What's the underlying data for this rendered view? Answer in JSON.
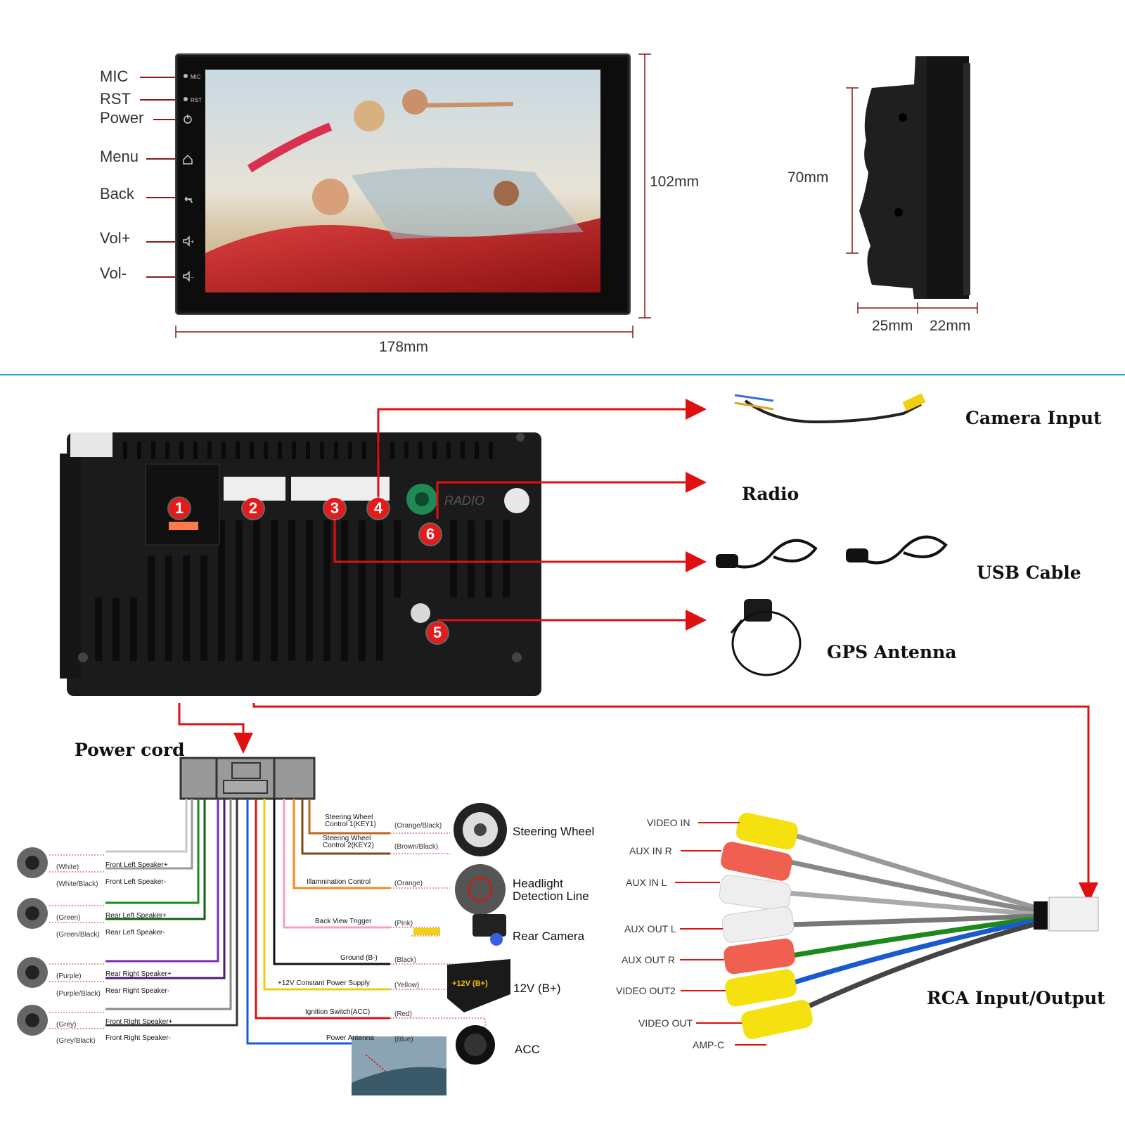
{
  "front_panel": {
    "buttons": [
      "MIC",
      "RST",
      "Power",
      "Menu",
      "Back",
      "Vol+",
      "Vol-"
    ],
    "mini_labels": {
      "mic": "MIC",
      "rst": "RST"
    },
    "height": "102mm",
    "width": "178mm"
  },
  "side_view": {
    "height": "70mm",
    "depth_1": "25mm",
    "depth_2": "22mm"
  },
  "rear_panel": {
    "radio_port_text": "RADIO",
    "port_numbers": [
      "1",
      "2",
      "3",
      "4",
      "5",
      "6"
    ]
  },
  "outputs": {
    "camera_input": "Camera Input",
    "radio": "Radio",
    "usb_cable": "USB Cable",
    "gps_antenna": "GPS Antenna"
  },
  "power_cord": {
    "title": "Power cord",
    "speakers": [
      {
        "color": "(White)",
        "label": "Front Left Speaker+"
      },
      {
        "color": "(White/Black)",
        "label": "Front Left Speaker-"
      },
      {
        "color": "(Green)",
        "label": "Rear Left Speaker+"
      },
      {
        "color": "(Green/Black)",
        "label": "Rear Left Speaker-"
      },
      {
        "color": "(Purple)",
        "label": "Rear Right Speaker+"
      },
      {
        "color": "(Purple/Black)",
        "label": "Rear Right Speaker-"
      },
      {
        "color": "(Grey)",
        "label": "Front Right Speaker+"
      },
      {
        "color": "(Grey/Black)",
        "label": "Front Right Speaker-"
      }
    ],
    "controls": [
      {
        "label": "Steering Wheel Control 1(KEY1)",
        "line1": "Steering Wheel",
        "line2": "Control 1(KEY1)",
        "color": "(Orange/Black)"
      },
      {
        "label": "Steering Wheel Control 2(KEY2)",
        "line1": "Steering Wheel",
        "line2": "Control 2(KEY2)",
        "color": "(Brown/Black)"
      },
      {
        "label": "Illamnination Control",
        "color": "(Orange)"
      },
      {
        "label": "Back View Trigger",
        "color": "(Pink)"
      },
      {
        "label": "Ground (B-)",
        "color": "(Black)"
      },
      {
        "label": "+12V Constant Power Supply",
        "color": "(Yellow)"
      },
      {
        "label": "Ignition Switch(ACC)",
        "color": "(Red)"
      },
      {
        "label": "Power Antenna",
        "color": "(Blue)"
      }
    ],
    "accessories": {
      "steering_wheel": "Steering Wheel",
      "headlight_1": "Headlight",
      "headlight_2": "Detection Line",
      "rear_camera": "Rear Camera",
      "battery": "12V (B+)",
      "battery_tag": "+12V (B+)",
      "acc": "ACC"
    }
  },
  "rca": {
    "title": "RCA Input/Output",
    "labels": [
      "VIDEO IN",
      "AUX IN R",
      "AUX  IN L",
      "AUX OUT L",
      "AUX OUT R",
      "VIDEO OUT2",
      "VIDEO OUT",
      "AMP-C"
    ]
  },
  "colors": {
    "arrow_red": "#e01010",
    "divider_blue": "#29a9d8",
    "dim_line": "#8b1a1a",
    "unit_black": "#1a1a1a"
  }
}
